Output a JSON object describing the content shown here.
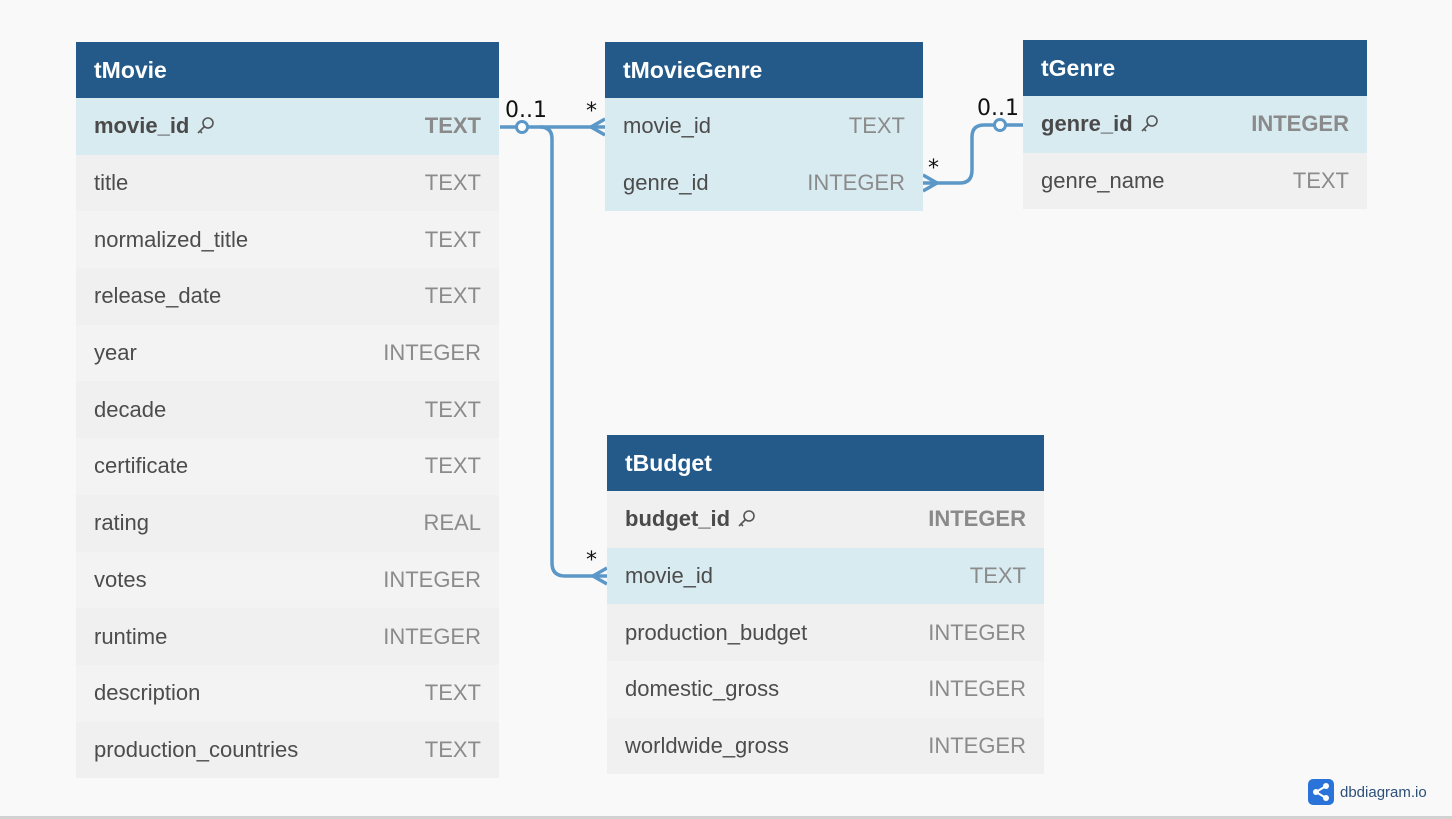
{
  "tables": {
    "tMovie": {
      "name": "tMovie",
      "columns": [
        {
          "name": "movie_id",
          "type": "TEXT"
        },
        {
          "name": "title",
          "type": "TEXT"
        },
        {
          "name": "normalized_title",
          "type": "TEXT"
        },
        {
          "name": "release_date",
          "type": "TEXT"
        },
        {
          "name": "year",
          "type": "INTEGER"
        },
        {
          "name": "decade",
          "type": "TEXT"
        },
        {
          "name": "certificate",
          "type": "TEXT"
        },
        {
          "name": "rating",
          "type": "REAL"
        },
        {
          "name": "votes",
          "type": "INTEGER"
        },
        {
          "name": "runtime",
          "type": "INTEGER"
        },
        {
          "name": "description",
          "type": "TEXT"
        },
        {
          "name": "production_countries",
          "type": "TEXT"
        }
      ]
    },
    "tMovieGenre": {
      "name": "tMovieGenre",
      "columns": [
        {
          "name": "movie_id",
          "type": "TEXT"
        },
        {
          "name": "genre_id",
          "type": "INTEGER"
        }
      ]
    },
    "tGenre": {
      "name": "tGenre",
      "columns": [
        {
          "name": "genre_id",
          "type": "INTEGER"
        },
        {
          "name": "genre_name",
          "type": "TEXT"
        }
      ]
    },
    "tBudget": {
      "name": "tBudget",
      "columns": [
        {
          "name": "budget_id",
          "type": "INTEGER"
        },
        {
          "name": "movie_id",
          "type": "TEXT"
        },
        {
          "name": "production_budget",
          "type": "INTEGER"
        },
        {
          "name": "domestic_gross",
          "type": "INTEGER"
        },
        {
          "name": "worldwide_gross",
          "type": "INTEGER"
        }
      ]
    }
  },
  "relationships": {
    "movie_to_moviegenre": {
      "from": "tMovie.movie_id",
      "to": "tMovieGenre.movie_id",
      "from_label": "0..1",
      "to_label": "*"
    },
    "genre_to_moviegenre": {
      "from": "tGenre.genre_id",
      "to": "tMovieGenre.genre_id",
      "from_label": "0..1",
      "to_label": "*"
    },
    "movie_to_budget": {
      "from": "tMovie.movie_id",
      "to": "tBudget.movie_id",
      "to_label": "*"
    }
  },
  "colors": {
    "header": "#245a8a",
    "connector": "#5b97c7",
    "highlight_row": "#d8ebf1",
    "row": "#f0f0f0",
    "background": "#f9f9f9"
  },
  "icons": {
    "primary_key": "key-icon",
    "brand": "dbdiagram-logo-icon"
  },
  "brand": {
    "text": "dbdiagram.io"
  }
}
